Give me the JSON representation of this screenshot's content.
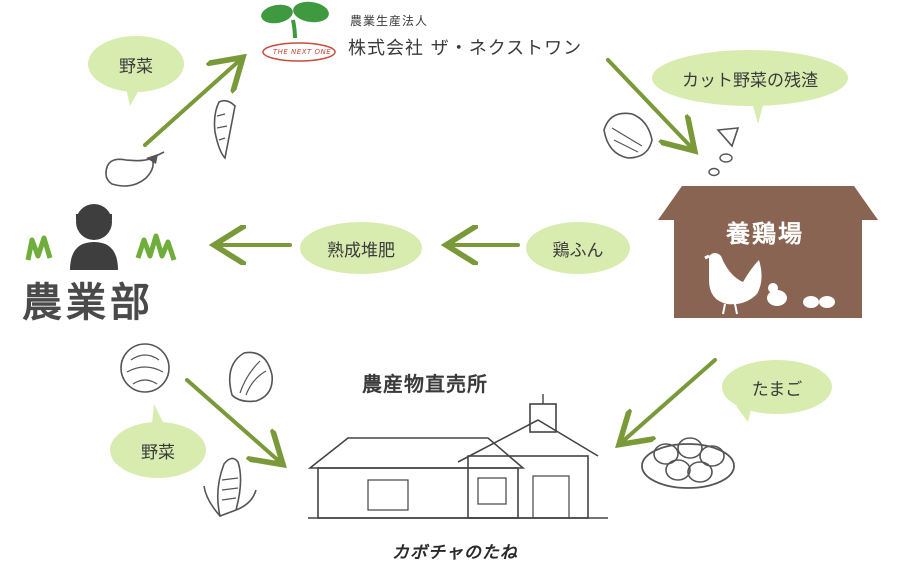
{
  "company": {
    "logo_text": "THE NEXT ONE",
    "line1": "農業生産法人",
    "line2": "株式会社 ザ・ネクストワン"
  },
  "department": {
    "name": "農業部"
  },
  "poultry_farm": {
    "name": "養鶏場"
  },
  "store": {
    "title": "農産物直売所",
    "name": "カボチャのたね"
  },
  "bubbles": {
    "vegetables_top": "野菜",
    "cut_vegetable_residue": "カット野菜の残渣",
    "chicken_manure": "鶏ふん",
    "compost": "熟成堆肥",
    "eggs": "たまご",
    "vegetables_bottom": "野菜"
  },
  "colors": {
    "arrow": "#7a9a3a",
    "bubble": "#d8ecb0",
    "farm_barn": "#8a6452",
    "grass": "#6fae3a",
    "logo_leaf": "#3f9a3f"
  }
}
